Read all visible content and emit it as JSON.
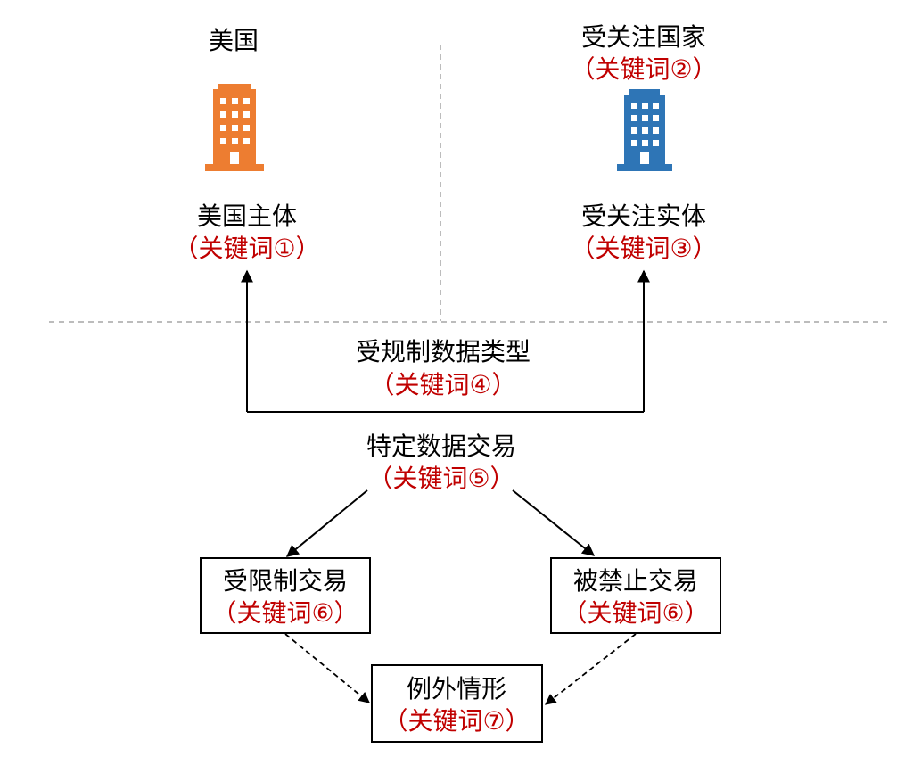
{
  "colors": {
    "keyword_red": "#c00000",
    "us_building": "#ed7d31",
    "target_building": "#2e75b6",
    "divider": "#a6a6a6"
  },
  "us_side": {
    "title": "美国",
    "icon": "building-icon",
    "entity": "美国主体",
    "keyword": "（关键词①）"
  },
  "foreign_side": {
    "title": "受关注国家",
    "title_keyword": "（关键词②）",
    "icon": "building-icon",
    "entity": "受关注实体",
    "keyword": "（关键词③）"
  },
  "data_type": {
    "label": "受规制数据类型",
    "keyword": "（关键词④）"
  },
  "transaction": {
    "label": "特定数据交易",
    "keyword": "（关键词⑤）"
  },
  "restricted": {
    "label": "受限制交易",
    "keyword": "（关键词⑥）"
  },
  "prohibited": {
    "label": "被禁止交易",
    "keyword": "（关键词⑥）"
  },
  "exceptions": {
    "label": "例外情形",
    "keyword": "（关键词⑦）"
  }
}
